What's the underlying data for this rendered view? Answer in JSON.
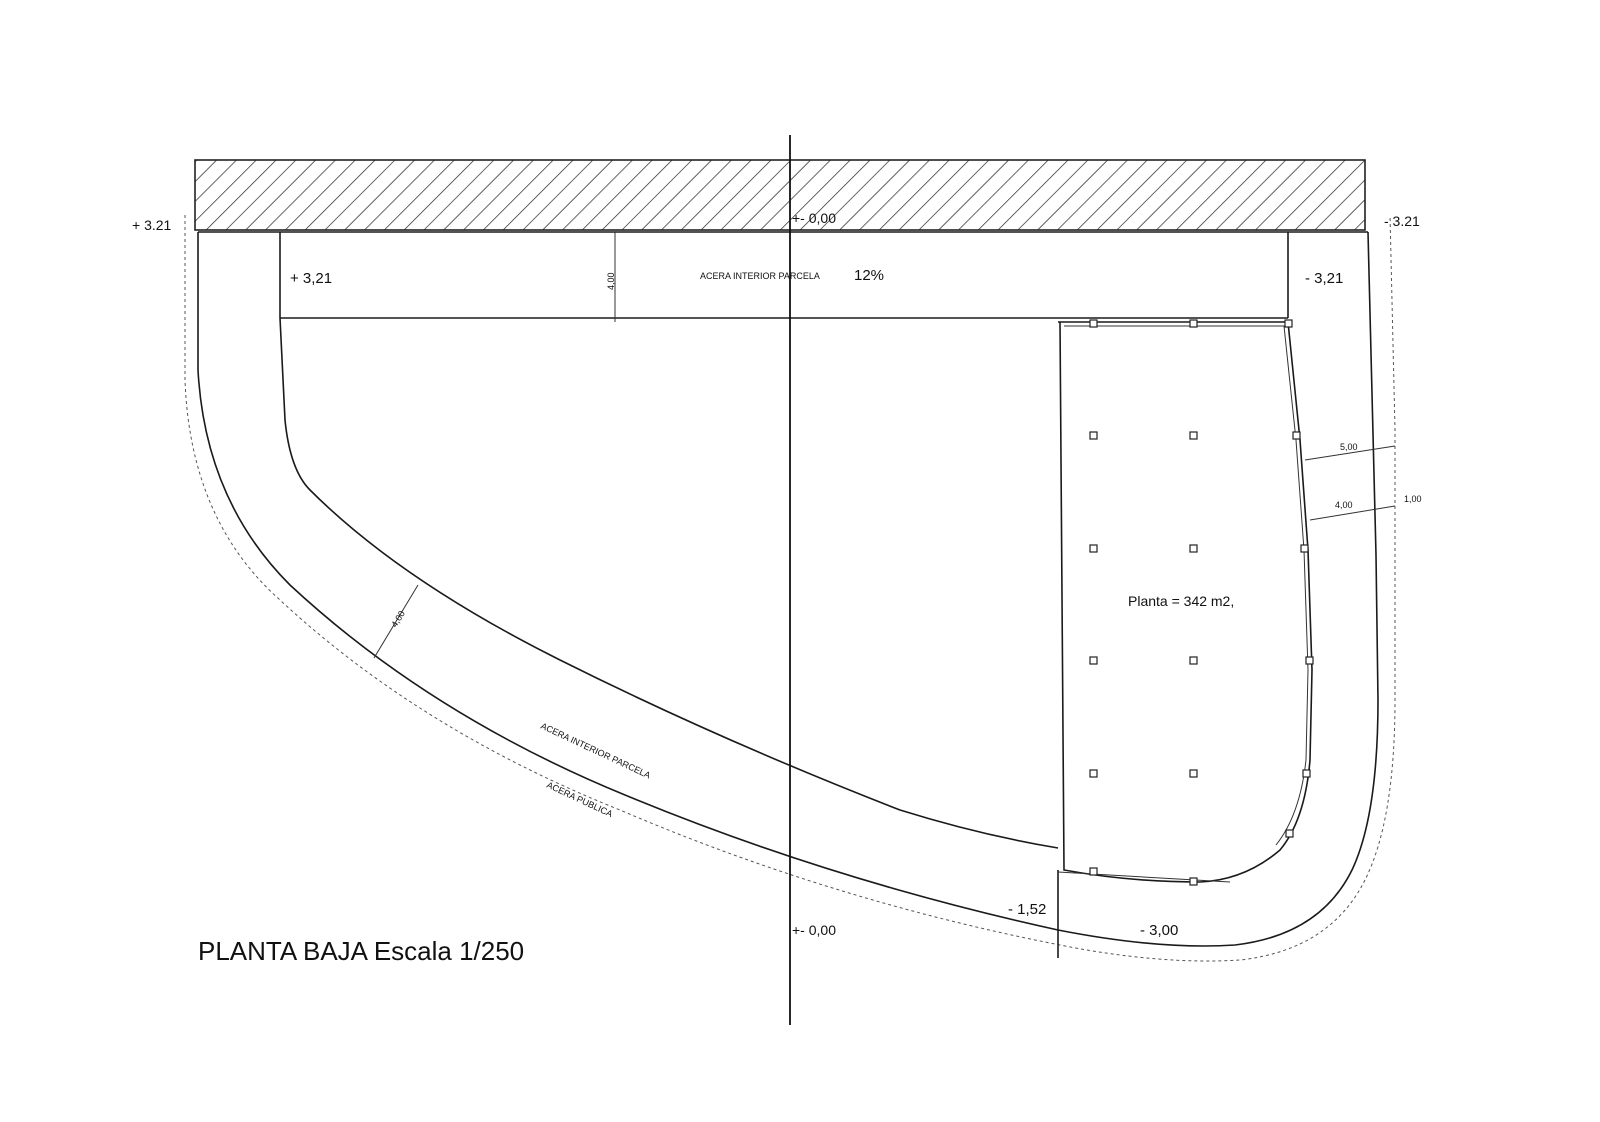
{
  "title": "PLANTA BAJA Escala 1/250",
  "levels": {
    "top_left_outer": "+ 3.21",
    "top_left_inner": "+ 3,21",
    "top_right_outer": "- 3.21",
    "top_right_inner": "- 3,21",
    "axis_top": "+- 0,00",
    "axis_bottom": "+- 0,00",
    "bottom_left_building": "- 1,52",
    "bottom_building": "- 3,00"
  },
  "labels": {
    "acera_top": "ACERA INTERIOR PARCELA",
    "slope": "12%",
    "acera_interior_curve": "ACERA INTERIOR PARCELA",
    "acera_publica": "ACERA PUBLICA",
    "planta_area": "Planta = 342 m2,"
  },
  "dimensions": {
    "top_width": "4,00",
    "curve_width": "4,00",
    "right_dim_1": "5,00",
    "right_dim_2": "4,00",
    "right_dim_3": "1,00"
  }
}
